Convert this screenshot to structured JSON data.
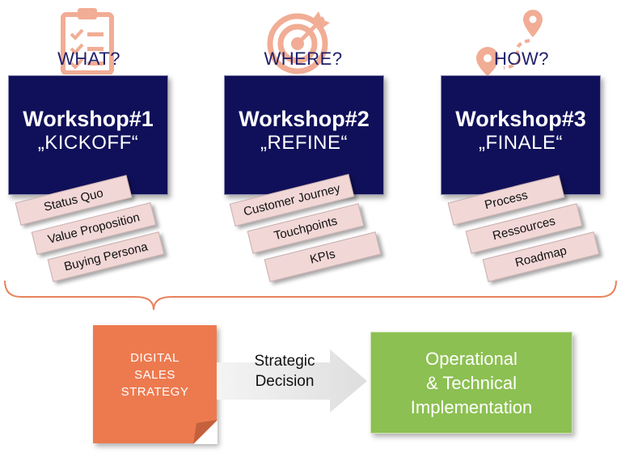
{
  "workshops": [
    {
      "question": "WHAT?",
      "title": "Workshop#1",
      "subtitle": "„KICKOFF“",
      "icon": "clipboard-checklist-icon",
      "topics": [
        "Status Quo",
        "Value Proposition",
        "Buying Persona"
      ]
    },
    {
      "question": "WHERE?",
      "title": "Workshop#2",
      "subtitle": "„REFINE“",
      "icon": "target-arrow-icon",
      "topics": [
        "Customer Journey",
        "Touchpoints",
        "KPIs"
      ]
    },
    {
      "question": "HOW?",
      "title": "Workshop#3",
      "subtitle": "„FINALE“",
      "icon": "route-pin-icon",
      "topics": [
        "Process",
        "Ressources",
        "Roadmap"
      ]
    }
  ],
  "strategy": {
    "line1": "DIGITAL",
    "line2": "SALES",
    "line3": "STRATEGY"
  },
  "decision": {
    "line1": "Strategic",
    "line2": "Decision"
  },
  "implementation": {
    "line1": "Operational",
    "line2": "& Technical",
    "line3": "Implementation"
  },
  "colors": {
    "workshop_box": "#10105a",
    "question_text": "#1f1f6a",
    "topic_tag": "#f2d7d7",
    "icon_accent": "#f0a58a",
    "brace": "#e8825c",
    "strategy_box": "#ed7a4f",
    "implementation_box": "#8cc052",
    "arrow": "#e6e6e6"
  }
}
